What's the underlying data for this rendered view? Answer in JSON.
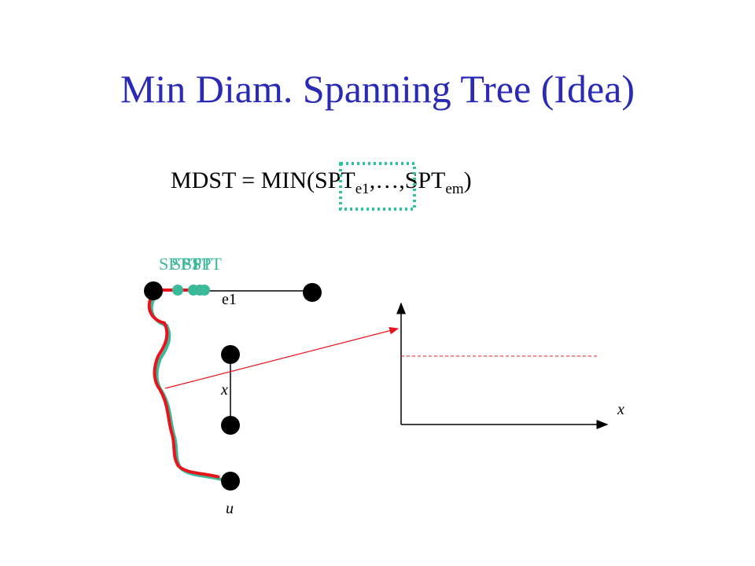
{
  "slide": {
    "title": "Min Diam. Spanning Tree (Idea)",
    "formula": {
      "lhs": "MDST = MIN(SPT",
      "sub1": "e1",
      "mid": ",…,SPT",
      "sub2": "em",
      "rhs": ")"
    },
    "spt_labels": [
      "SPT",
      "SPT",
      "SPT",
      "SPT"
    ],
    "labels": {
      "edge": "e1",
      "vertex_x": "x",
      "vertex_u": "u",
      "axis_x": "x"
    }
  },
  "colors": {
    "title": "#2a2ab5",
    "path_red": "#e8141c",
    "path_teal": "#3cb89a",
    "highlight": "#2cc2a2"
  }
}
